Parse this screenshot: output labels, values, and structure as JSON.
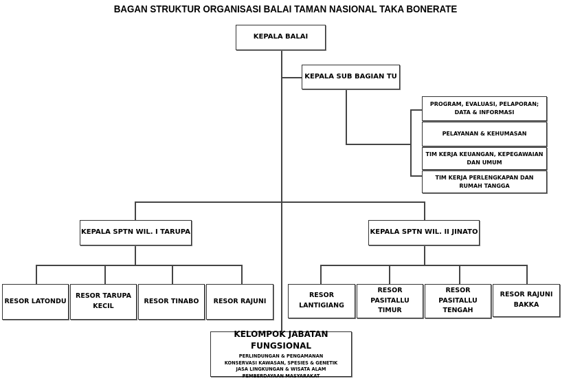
{
  "title": "BAGAN STRUKTUR ORGANISASI BALAI TAMAN NASIONAL TAKA BONERATE",
  "kepala_balai": "KEPALA BALAI",
  "sub_bagian_tu": "KEPALA SUB BAGIAN TU",
  "staff_units": [
    {
      "line1": "PROGRAM, EVALUASI, PELAPORAN;",
      "line2": "DATA & INFORMASI"
    },
    {
      "line1": "PELAYANAN  & KEHUMASAN",
      "line2": ""
    },
    {
      "line1": "TIM KERJA KEUANGAN, KEPEGAWAIAN",
      "line2": "DAN UMUM"
    },
    {
      "line1": "TIM KERJA PERLENGKAPAN DAN",
      "line2": "RUMAH TANGGA"
    }
  ],
  "sptn": [
    {
      "label": "KEPALA SPTN WIL. I TARUPA",
      "resor": [
        {
          "lines": [
            "RESOR LATONDU"
          ]
        },
        {
          "lines": [
            "RESOR TARUPA",
            "KECIL"
          ]
        },
        {
          "lines": [
            "RESOR TINABO"
          ]
        },
        {
          "lines": [
            "RESOR RAJUNI"
          ]
        }
      ]
    },
    {
      "label": "KEPALA SPTN WIL. II JINATO",
      "resor": [
        {
          "lines": [
            "RESOR",
            "LANTIGIANG"
          ]
        },
        {
          "lines": [
            "RESOR",
            "PASITALLU",
            "TIMUR"
          ]
        },
        {
          "lines": [
            "RESOR",
            "PASITALLU",
            "TENGAH"
          ]
        },
        {
          "lines": [
            "RESOR RAJUNI",
            "BAKKA"
          ]
        }
      ]
    }
  ],
  "jabatan_fungsional": {
    "title": "KELOMPOK JABATAN FUNGSIONAL",
    "items": [
      "PERLINDUNGAN & PENGAMANAN",
      "KONSERVASI KAWASAN, SPESIES & GENETIK",
      "JASA LINGKUNGAN & WISATA ALAM",
      "PEMBERDAYAAN MASYARAKAT"
    ]
  }
}
